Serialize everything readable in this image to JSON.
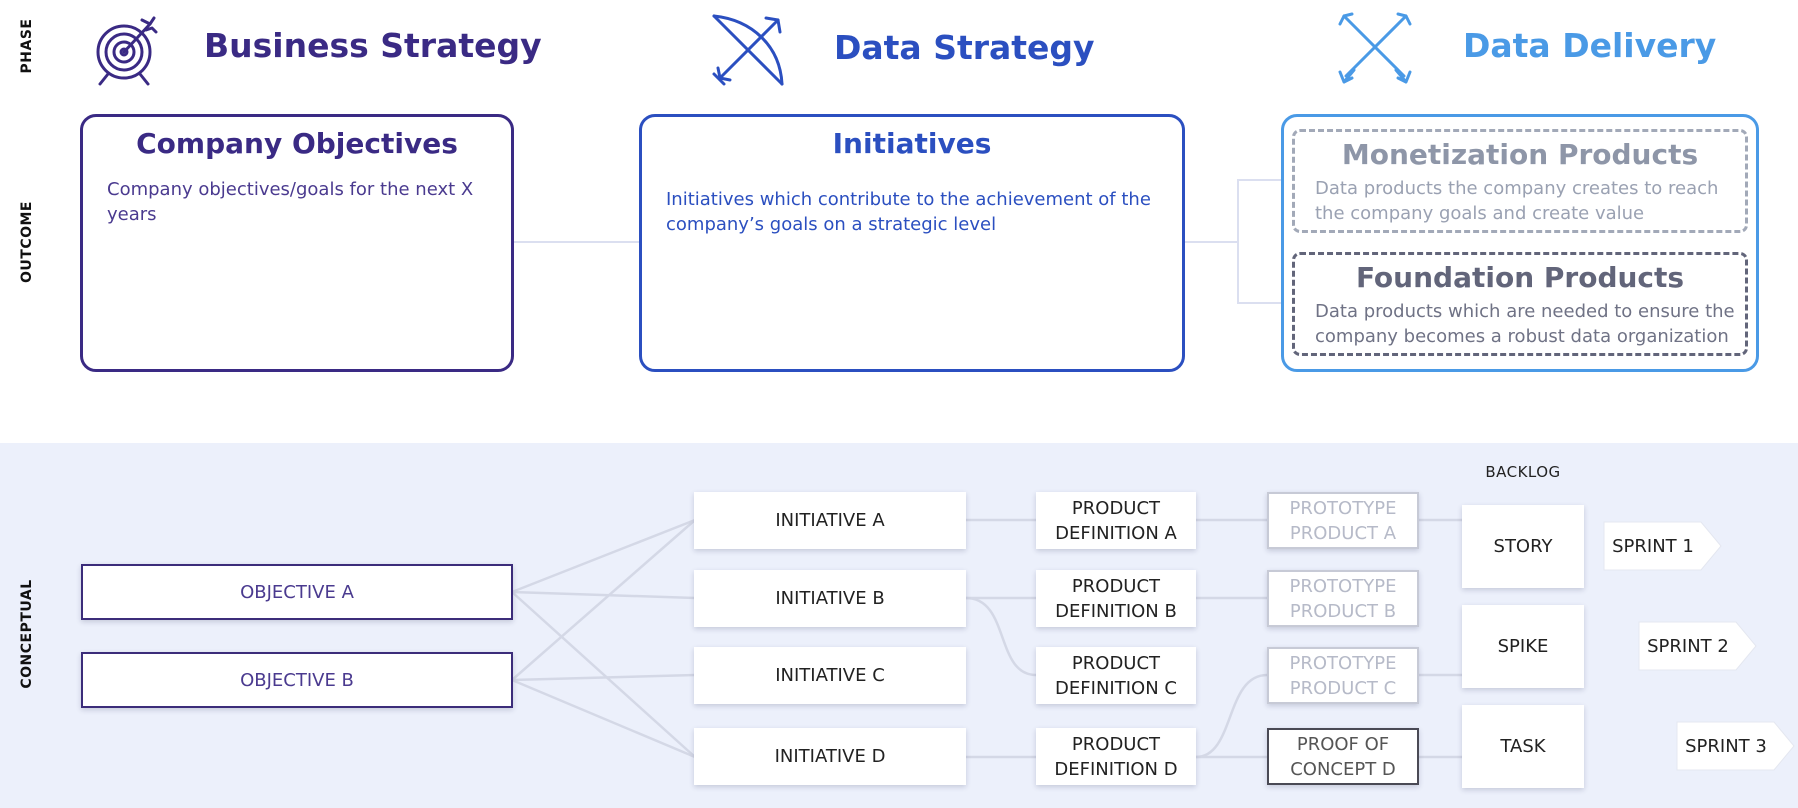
{
  "colors": {
    "business": "#3a2a84",
    "data_strategy": "#2b4fc0",
    "data_delivery": "#4a9ae6",
    "monetization_gray": "#8e96a8",
    "foundation_gray": "#62657a",
    "band": "#ecf0fb",
    "connector": "#cfd3e2"
  },
  "row_labels": {
    "phase": "PHASE",
    "outcome": "OUTCOME",
    "conceptual": "CONCEPTUAL"
  },
  "phases": {
    "business": {
      "title": "Business Strategy",
      "icon": "target-icon"
    },
    "data_strategy": {
      "title": "Data Strategy",
      "icon": "bow-arrow-icon"
    },
    "data_delivery": {
      "title": "Data Delivery",
      "icon": "crossed-arrows-icon"
    }
  },
  "outcomes": {
    "company_objectives": {
      "title": "Company Objectives",
      "description": "Company objectives/goals for the next X years"
    },
    "initiatives": {
      "title": "Initiatives",
      "description": "Initiatives which contribute to the achievement of the company’s goals on a strategic level"
    },
    "monetization": {
      "title": "Monetization Products",
      "description": "Data products the company creates to reach the company goals and create value"
    },
    "foundation": {
      "title": "Foundation Products",
      "description": "Data products which are needed to ensure the company becomes a robust data organization"
    }
  },
  "conceptual": {
    "objectives": [
      "OBJECTIVE A",
      "OBJECTIVE B"
    ],
    "initiatives": [
      "INITIATIVE A",
      "INITIATIVE B",
      "INITIATIVE C",
      "INITIATIVE D"
    ],
    "product_definitions": [
      [
        "PRODUCT",
        "DEFINITION A"
      ],
      [
        "PRODUCT",
        "DEFINITION B"
      ],
      [
        "PRODUCT",
        "DEFINITION C"
      ],
      [
        "PRODUCT",
        "DEFINITION D"
      ]
    ],
    "prototypes": [
      [
        "PROTOTYPE",
        "PRODUCT A"
      ],
      [
        "PROTOTYPE",
        "PRODUCT B"
      ],
      [
        "PROTOTYPE",
        "PRODUCT C"
      ],
      [
        "PROOF OF",
        "CONCEPT D"
      ]
    ],
    "backlog_label": "BACKLOG",
    "backlog": [
      "STORY",
      "SPIKE",
      "TASK"
    ],
    "sprints": [
      "SPRINT 1",
      "SPRINT 2",
      "SPRINT 3"
    ]
  }
}
